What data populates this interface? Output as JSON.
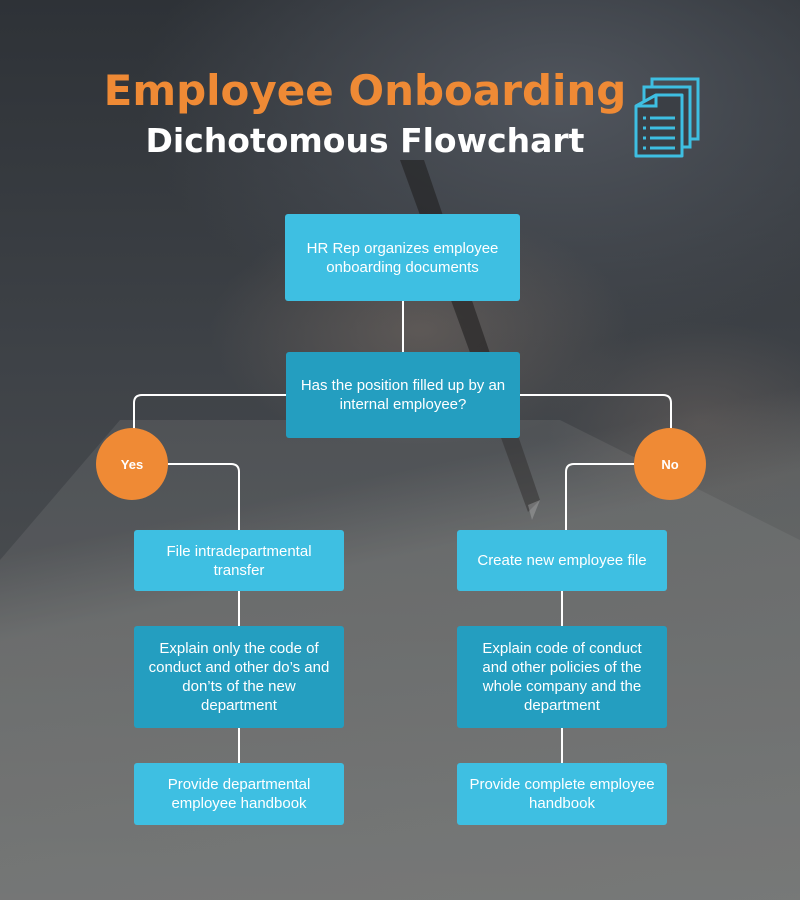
{
  "header": {
    "title": "Employee Onboarding",
    "subtitle": "Dichotomous Flowchart"
  },
  "icons": {
    "document": "documents-icon"
  },
  "colors": {
    "accent_orange": "#ef8a35",
    "box_light": "#3ebfe2",
    "box_dark": "#249ec0",
    "connector": "#ffffff"
  },
  "flow": {
    "start": "HR Rep organizes employee onboarding documents",
    "decision": "Has the position filled up by an internal employee?",
    "yes_label": "Yes",
    "no_label": "No",
    "yes_branch": [
      "File intradepartmental transfer",
      "Explain only the code of conduct and other do’s and don’ts of the new department",
      "Provide departmental employee handbook"
    ],
    "no_branch": [
      "Create new employee file",
      "Explain code of conduct and other policies of the whole company and the department",
      "Provide complete employee handbook"
    ]
  }
}
